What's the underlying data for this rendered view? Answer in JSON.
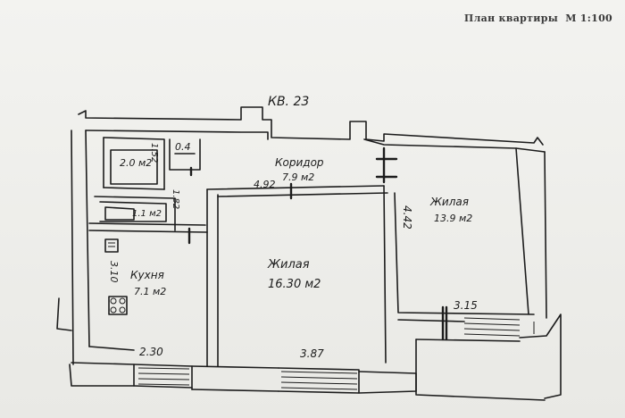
{
  "header": {
    "title": "План квартиры",
    "scale": "М 1:100"
  },
  "plan": {
    "apartment_label": "КВ. 23",
    "rooms": {
      "corridor": {
        "name": "Коридор",
        "area": "7.9 м2",
        "dim": "4.92"
      },
      "living_center": {
        "name": "Жилая",
        "area": "16.30 м2",
        "dim_bottom": "3.87",
        "dim_side": "4.42"
      },
      "living_right": {
        "name": "Жилая",
        "area": "13.9 м2",
        "dim_bottom": "3.15"
      },
      "kitchen": {
        "name": "Кухня",
        "area": "7.1 м2",
        "dim_bottom": "2.30",
        "dim_side": "3.10"
      },
      "bath": {
        "area": "2.0 м2",
        "dim_side": "1.52"
      },
      "wc": {
        "area": "1.1 м2",
        "dim_side": "1.82"
      },
      "closet": {
        "area": "0.4"
      }
    }
  }
}
